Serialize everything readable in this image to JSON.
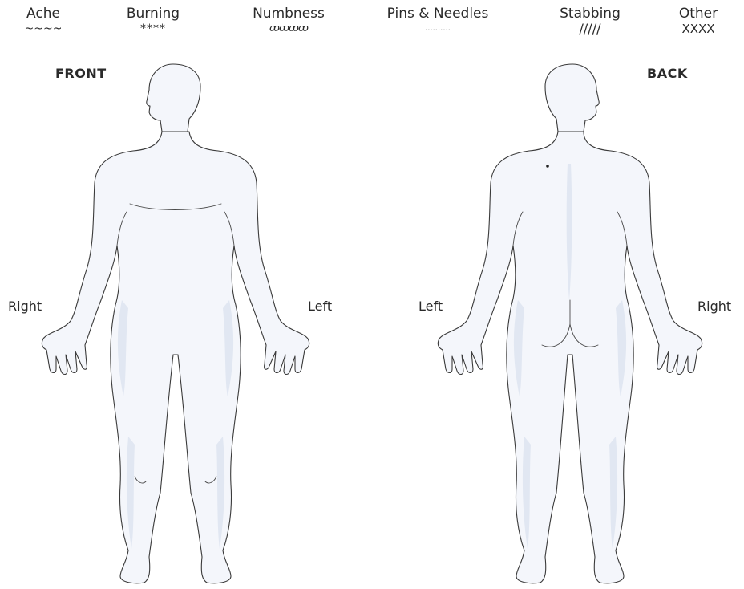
{
  "legend": [
    {
      "label": "Ache",
      "symbol": "~~~~"
    },
    {
      "label": "Burning",
      "symbol": "****"
    },
    {
      "label": "Numbness",
      "symbol": "ꝏꝏꝏꝏ"
    },
    {
      "label": "Pins & Needles",
      "symbol": ".........."
    },
    {
      "label": "Stabbing",
      "symbol": "/////"
    },
    {
      "label": "Other",
      "symbol": "XXXX"
    }
  ],
  "views": {
    "front": {
      "title": "FRONT",
      "right_label": "Right",
      "left_label": "Left"
    },
    "back": {
      "title": "BACK",
      "left_label": "Left",
      "right_label": "Right"
    }
  },
  "colors": {
    "body_fill": "#f4f6fb",
    "body_shade": "#dde4f0",
    "outline": "#3a3a3a"
  }
}
